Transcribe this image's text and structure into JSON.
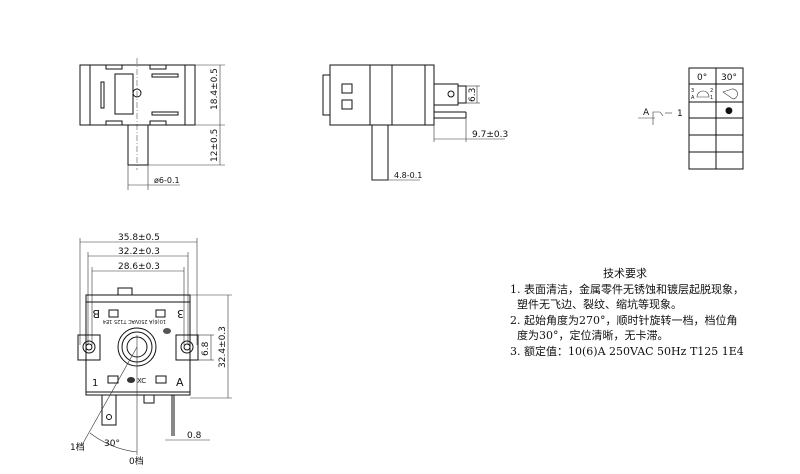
{
  "top_view": {
    "dim_height": "18.4±0.5",
    "dim_shaft": "12±0.5",
    "dim_diameter": "ø6-0.1"
  },
  "side_view": {
    "dim_terminal": "6.3",
    "dim_offset": "9.7±0.3",
    "dim_shaft": "4.8-0.1"
  },
  "switch_table": {
    "headers": [
      "0°",
      "30°"
    ],
    "symbol_labels": {
      "a": "A",
      "b": "1"
    },
    "row1_pins": [
      "3",
      "A",
      "2",
      "1"
    ],
    "row2_dot": "●"
  },
  "front_view": {
    "dim_outer": "35.8±0.5",
    "dim_mid": "32.2±0.3",
    "dim_inner": "28.6±0.3",
    "dim_height": "32.4±0.3",
    "dim_ear": "6.8",
    "dim_pin": "0.8",
    "dim_angle": "30°",
    "label_pos1": "1档",
    "label_pos0": "0档",
    "terminal_b": "B",
    "terminal_3": "3",
    "terminal_1": "1",
    "terminal_a": "A",
    "marking": "10(6)A 250VAC T125 1E4",
    "mark_xc": "XC"
  },
  "notes": {
    "title": "技术要求",
    "items": [
      "1. 表面清洁，金属零件无锈蚀和镀层起脱现象，",
      "  塑件无飞边、裂纹、缩坑等现象。",
      "2. 起始角度为270°，顺时针旋转一档，档位角",
      "  度为30°，定位清晰，无卡滞。",
      "3. 额定值：10(6)A 250VAC 50Hz T125 1E4"
    ]
  }
}
